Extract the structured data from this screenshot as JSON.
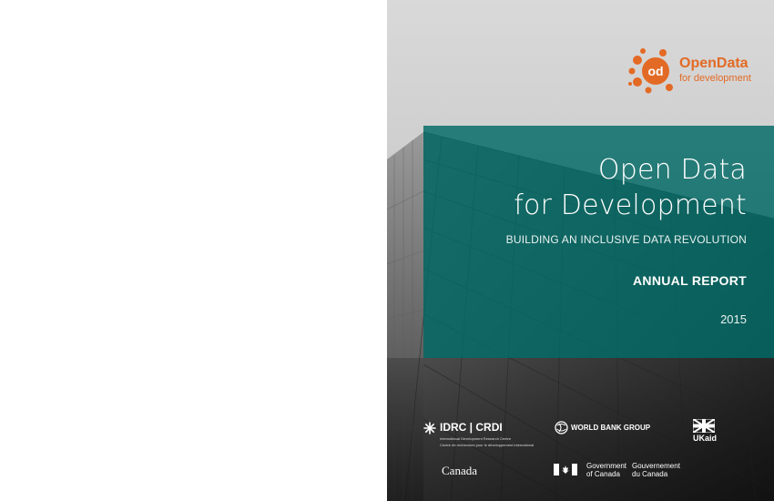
{
  "cover": {
    "logo": {
      "mark": "od",
      "name": "OpenData",
      "tagline": "for development",
      "color": "#e36a25"
    },
    "title_line1": "Open Data",
    "title_line2": "for Development",
    "subtitle": "BUILDING AN INCLUSIVE DATA REVOLUTION",
    "report_label": "ANNUAL REPORT",
    "year": "2015",
    "band_color": "#006964"
  },
  "partners": {
    "idrc": {
      "name": "IDRC | CRDI",
      "line1": "International Development Research Centre",
      "line2": "Centre de recherches pour le développement international",
      "icon": "idrc-emblem-icon"
    },
    "world_bank": {
      "label": "WORLD BANK GROUP",
      "icon": "globe-icon"
    },
    "ukaid": {
      "label": "UKaid",
      "icon": "union-jack-icon"
    },
    "canada_wordmark": "Canada",
    "government": {
      "en_line1": "Government",
      "en_line2": "of Canada",
      "fr_line1": "Gouvernement",
      "fr_line2": "du Canada",
      "icon": "canada-flag-icon"
    }
  }
}
